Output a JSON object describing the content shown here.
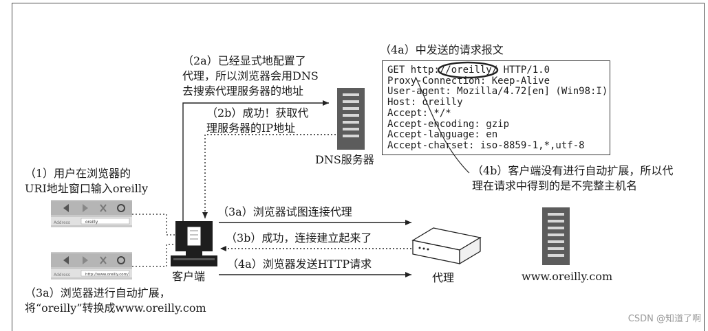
{
  "labels": {
    "step2a": [
      "（2a）已经显式地配置了",
      "代理，所以浏览器会用DNS",
      "去搜索代理服务器的地址"
    ],
    "step2b": [
      "（2b）成功！获取代",
      "理服务器的IP地址"
    ],
    "step4a_title": "（4a）中发送的请求报文",
    "step4b": [
      "（4b）客户端没有进行自动扩展，所以代",
      "理在请求中得到的是不完整主机名"
    ],
    "step1": [
      "（1）用户在浏览器的",
      "URI地址窗口输入oreilly"
    ],
    "step3a_left": [
      "（3a）浏览器进行自动扩展，",
      "将“oreilly”转换成www.oreilly.com"
    ],
    "step3a_arrow": "（3a）浏览器试图连接代理",
    "step3b_arrow": "（3b）成功，连接建立起来了",
    "step4a_arrow": "（4a）浏览器发送HTTP请求",
    "dns_server": "DNS服务器",
    "client": "客户端",
    "proxy": "代理",
    "origin_server": "www.oreilly.com",
    "browser1_url": "oreilly",
    "browser2_url": "http://www.oreilly.com/"
  },
  "request_message": [
    "GET http://oreilly/ HTTP/1.0",
    "Proxy-Connection: Keep-Alive",
    "User-agent: Mozilla/4.72[en] (Win98:I)",
    "Host: oreilly",
    "Accept: */*",
    "Accept-encoding: gzip",
    "Accept-language: en",
    "Accept-charset: iso-8859-1,*,utf-8"
  ],
  "watermark": "CSDN @知道了啊",
  "icons": [
    "dns-server-icon",
    "client-computer-icon",
    "proxy-device-icon",
    "web-server-icon",
    "browser-toolbar-icon"
  ]
}
